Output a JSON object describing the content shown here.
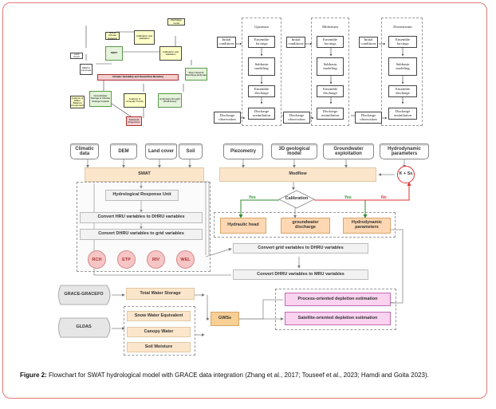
{
  "top_left": {
    "title": "",
    "boxes": {
      "gis_datasets": "GIS & Climate Datasets",
      "dem": "DEM & Land use",
      "swat": "SWAT",
      "calibration_validation": "Calibration and Validation",
      "discharge_model": "Discharge model",
      "calibration_validation_2": "Calibration and Validation",
      "river_network": "River Network Discharge Estimate",
      "climatic_band": "Climatic Variability and Streamflow Modeling",
      "water_balance": "Analysis of Water Balance Components",
      "groundwater_storage": "Groundwater Storage & Climate Change Impacts",
      "anomaly": "Analysis of Anomaly Trends",
      "drought": "Hydrologic Drought (Peak-flows)",
      "seasonal": "Seasonal Projections",
      "small_left": "Land Cover"
    }
  },
  "top_right": {
    "columns": [
      {
        "title": "Upstream",
        "initial": "Initial conditions",
        "forcings": "Ensemble forcings",
        "subbasin": "Subbasin modeling",
        "discharge": "Ensemble discharge",
        "assimilation": "Discharge assimilation",
        "observation": "Discharge observation"
      },
      {
        "title": "Midstream",
        "initial": "Initial conditions",
        "forcings": "Ensemble forcings",
        "subbasin": "Subbasin modeling",
        "discharge": "Ensemble discharge",
        "assimilation": "Discharge assimilation",
        "observation": "Discharge observation"
      },
      {
        "title": "Downstream",
        "initial": "Initial conditions",
        "forcings": "Ensemble forcings",
        "subbasin": "Subbasin modeling",
        "discharge": "Ensemble discharge",
        "assimilation": "Discharge assimilation",
        "observation": "Discharge observation"
      }
    ]
  },
  "flow": {
    "inputs_left": [
      "Climatic data",
      "DEM",
      "Land cover",
      "Soil"
    ],
    "inputs_right": [
      "Piezometry",
      "3D geological model",
      "Groundwater exploitation",
      "Hydrodynamic parameters"
    ],
    "swat": "SWAT",
    "modflow": "Modflow",
    "hru": "Hydrological Response Unit",
    "convert_hru": "Convert HRU variables to DHRU variables",
    "convert_dhru_grid": "Convert DHRU variables to grid variables",
    "circles": [
      "RCH",
      "ETP",
      "RIV",
      "WEL"
    ],
    "ks": "K + Ss",
    "calibration": "Calibration",
    "yes1": "Yes",
    "yes2": "Yes",
    "no": "No",
    "outputs": [
      "Hydraulic head",
      "groundwater discharge",
      "Hydrodynamic parameters"
    ],
    "convert_grid_dhru": "Convert grid variables to DHRU variables",
    "convert_dhru_mru": "Convert DHRU variables to MRU variables",
    "grace": "GRACE-GRACEFO",
    "gldas": "GLDAS",
    "tws": "Total Water Storage",
    "swe": "Snow Water Equivalent",
    "canopy": "Canopy Water",
    "soil_moisture": "Soil Moisture",
    "gws": "GWSs",
    "process": "Process-oriented depletion estimation",
    "satellite": "Satellite-oriented depletion estimation"
  },
  "caption": {
    "label": "Figure 2:",
    "text": "Flowchart for SWAT hydrological model with GRACE data integration (Zhang et al., 2017; Touseef et al., 2023; Hamdi and Goita 2023)."
  },
  "colors": {
    "frame": "#e07a78",
    "peach": "#fbe6cc",
    "output": "#ffd8b3",
    "circle": "#f6c6c6",
    "pink": "#f9d3ef",
    "green_arrow": "#2e8b2e",
    "red_arrow": "#d33"
  }
}
